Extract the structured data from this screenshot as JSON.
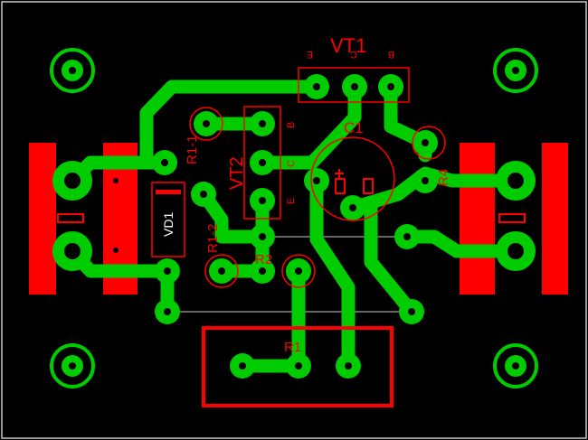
{
  "labels": {
    "vt1": "VT1",
    "vt1_pin_e": "E",
    "vt1_pin_c": "C",
    "vt1_pin_b": "B",
    "vt2": "VT2",
    "vt2_pin_b": "B",
    "vt2_pin_c": "C",
    "vt2_pin_e": "E",
    "c1": "C1",
    "r1_1": "R1-1",
    "r1_2": "R1-2",
    "r2": "R2",
    "r1": "R1",
    "r4": "R4",
    "vd1": "VD1"
  },
  "colors": {
    "background": "#000000",
    "copper": "#00cc00",
    "silkscreen": "#ff0000",
    "board_edge": "#c8c8c8",
    "hole": "#000000"
  }
}
